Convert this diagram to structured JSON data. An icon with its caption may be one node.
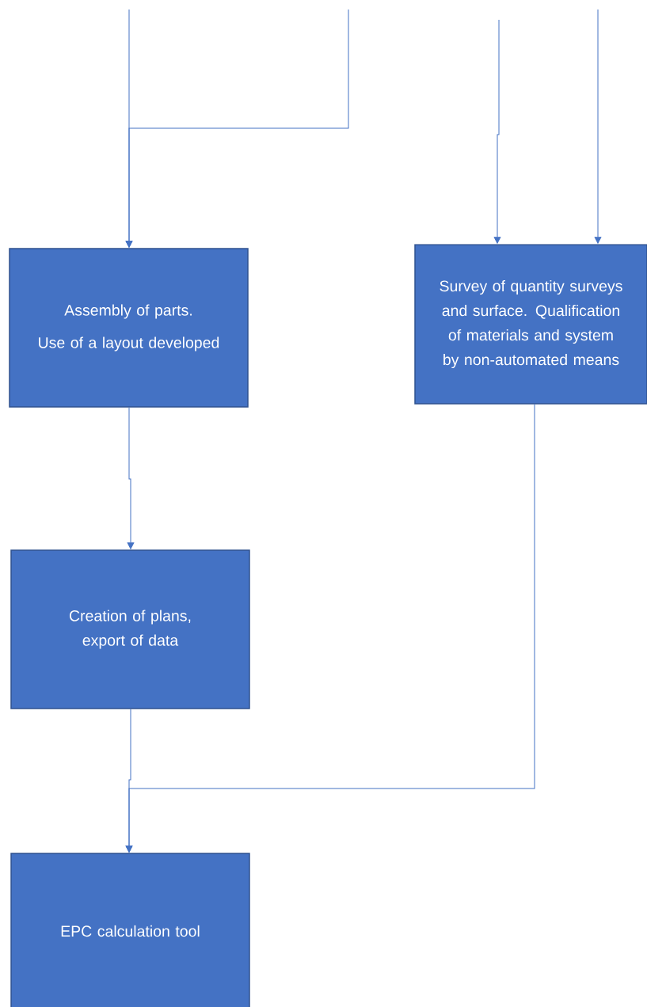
{
  "diagram": {
    "nodes": [
      {
        "text": [
          "Assembly of parts.",
          "Use of a layout developed"
        ]
      },
      {
        "text": [
          "Survey of quantity surveys and surface. Qualification of materials and system by non-automated means"
        ]
      },
      {
        "text": [
          "Creation of plans, export of data"
        ]
      },
      {
        "text": [
          "EPC calculation tool"
        ]
      }
    ],
    "edges": [
      {
        "from": null,
        "to": 0,
        "arrow": "to"
      },
      {
        "from": null,
        "to": 0,
        "arrow": "to"
      },
      {
        "from": null,
        "to": 1,
        "arrow": "to"
      },
      {
        "from": null,
        "to": 1,
        "arrow": "to"
      },
      {
        "from": 0,
        "to": 2,
        "arrow": "to"
      },
      {
        "from": 2,
        "to": 3,
        "arrow": "to"
      },
      {
        "from": 1,
        "to": 3,
        "arrow": "to"
      }
    ]
  }
}
